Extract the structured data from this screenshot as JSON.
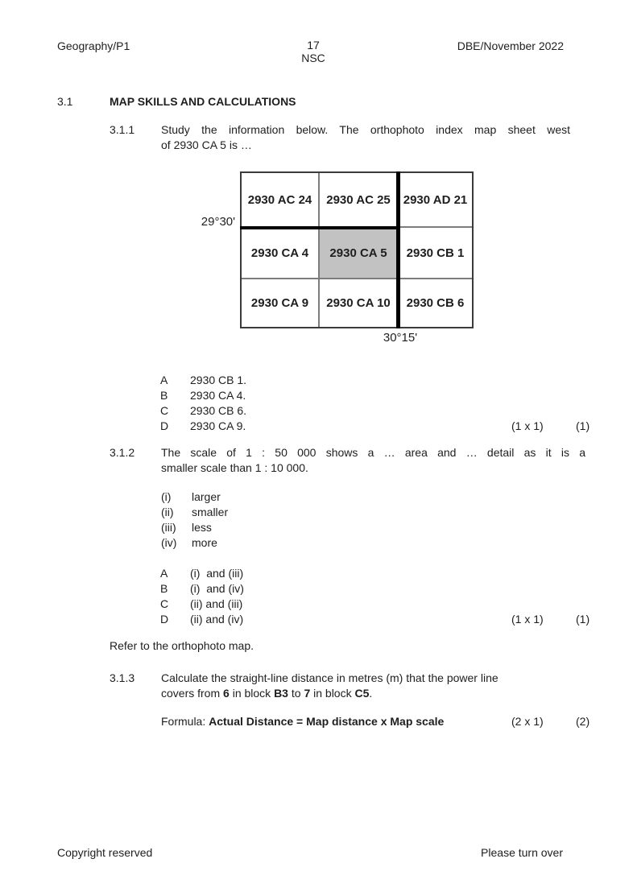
{
  "header": {
    "doc": "Geography/P1",
    "page_number": "17",
    "exam_body": "NSC",
    "issuer": "DBE/November 2022"
  },
  "section": {
    "number": "3.1",
    "title": "MAP SKILLS AND CALCULATIONS"
  },
  "q311": {
    "number": "3.1.1",
    "lines": [
      "Study the information below. The orthophoto index map sheet west",
      "of 2930 CA 5 is …"
    ],
    "options": [
      {
        "letter": "A",
        "text": "2930 CB 1."
      },
      {
        "letter": "B",
        "text": "2930 CA 4."
      },
      {
        "letter": "C",
        "text": "2930 CB 6."
      },
      {
        "letter": "D",
        "text": "2930 CA 9."
      }
    ],
    "marks_formula": "(1 x 1)",
    "marks_total": "(1)"
  },
  "index_map": {
    "latitude_label": "29°30'",
    "longitude_label": "30°15'",
    "rows": [
      [
        "2930 AC 24",
        "2930 AC 25",
        "2930 AD 21"
      ],
      [
        "2930 CA 4",
        "2930 CA 5",
        "2930 CB 1"
      ],
      [
        "2930 CA 9",
        "2930 CA 10",
        "2930 CB 6"
      ]
    ],
    "highlighted_sheet": "2930 CA 5",
    "highlight_color": "#C2C2C2"
  },
  "q312": {
    "number": "3.1.2",
    "lines": [
      "The scale of 1 : 50 000 shows a … area and … detail as it is a",
      "smaller scale than 1 : 10 000."
    ],
    "items": [
      {
        "numeral": "(i)",
        "text": "larger"
      },
      {
        "numeral": "(ii)",
        "text": "smaller"
      },
      {
        "numeral": "(iii)",
        "text": "less"
      },
      {
        "numeral": "(iv)",
        "text": "more"
      }
    ],
    "options": [
      {
        "letter": "A",
        "text": "(i)  and (iii)"
      },
      {
        "letter": "B",
        "text": "(i)  and (iv)"
      },
      {
        "letter": "C",
        "text": "(ii) and (iii)"
      },
      {
        "letter": "D",
        "text": "(ii) and (iv)"
      }
    ],
    "marks_formula": "(1 x 1)",
    "marks_total": "(1)"
  },
  "refer_note": "Refer to the orthophoto map.",
  "q313": {
    "number": "3.1.3",
    "line1": "Calculate the straight-line distance in metres (m) that the power line",
    "line2_rich": [
      {
        "t": "covers from ",
        "b": false
      },
      {
        "t": "6",
        "b": true
      },
      {
        "t": " in block ",
        "b": false
      },
      {
        "t": "B3",
        "b": true
      },
      {
        "t": " to ",
        "b": false
      },
      {
        "t": "7",
        "b": true
      },
      {
        "t": " in block ",
        "b": false
      },
      {
        "t": "C5",
        "b": true
      },
      {
        "t": ".",
        "b": false
      }
    ],
    "formula_rich": [
      {
        "t": "Formula: ",
        "b": false
      },
      {
        "t": "Actual Distance = Map distance x Map scale",
        "b": true
      }
    ],
    "marks_formula": "(2 x 1)",
    "marks_total": "(2)"
  },
  "footer": {
    "left": "Copyright reserved",
    "right": "Please turn over"
  }
}
